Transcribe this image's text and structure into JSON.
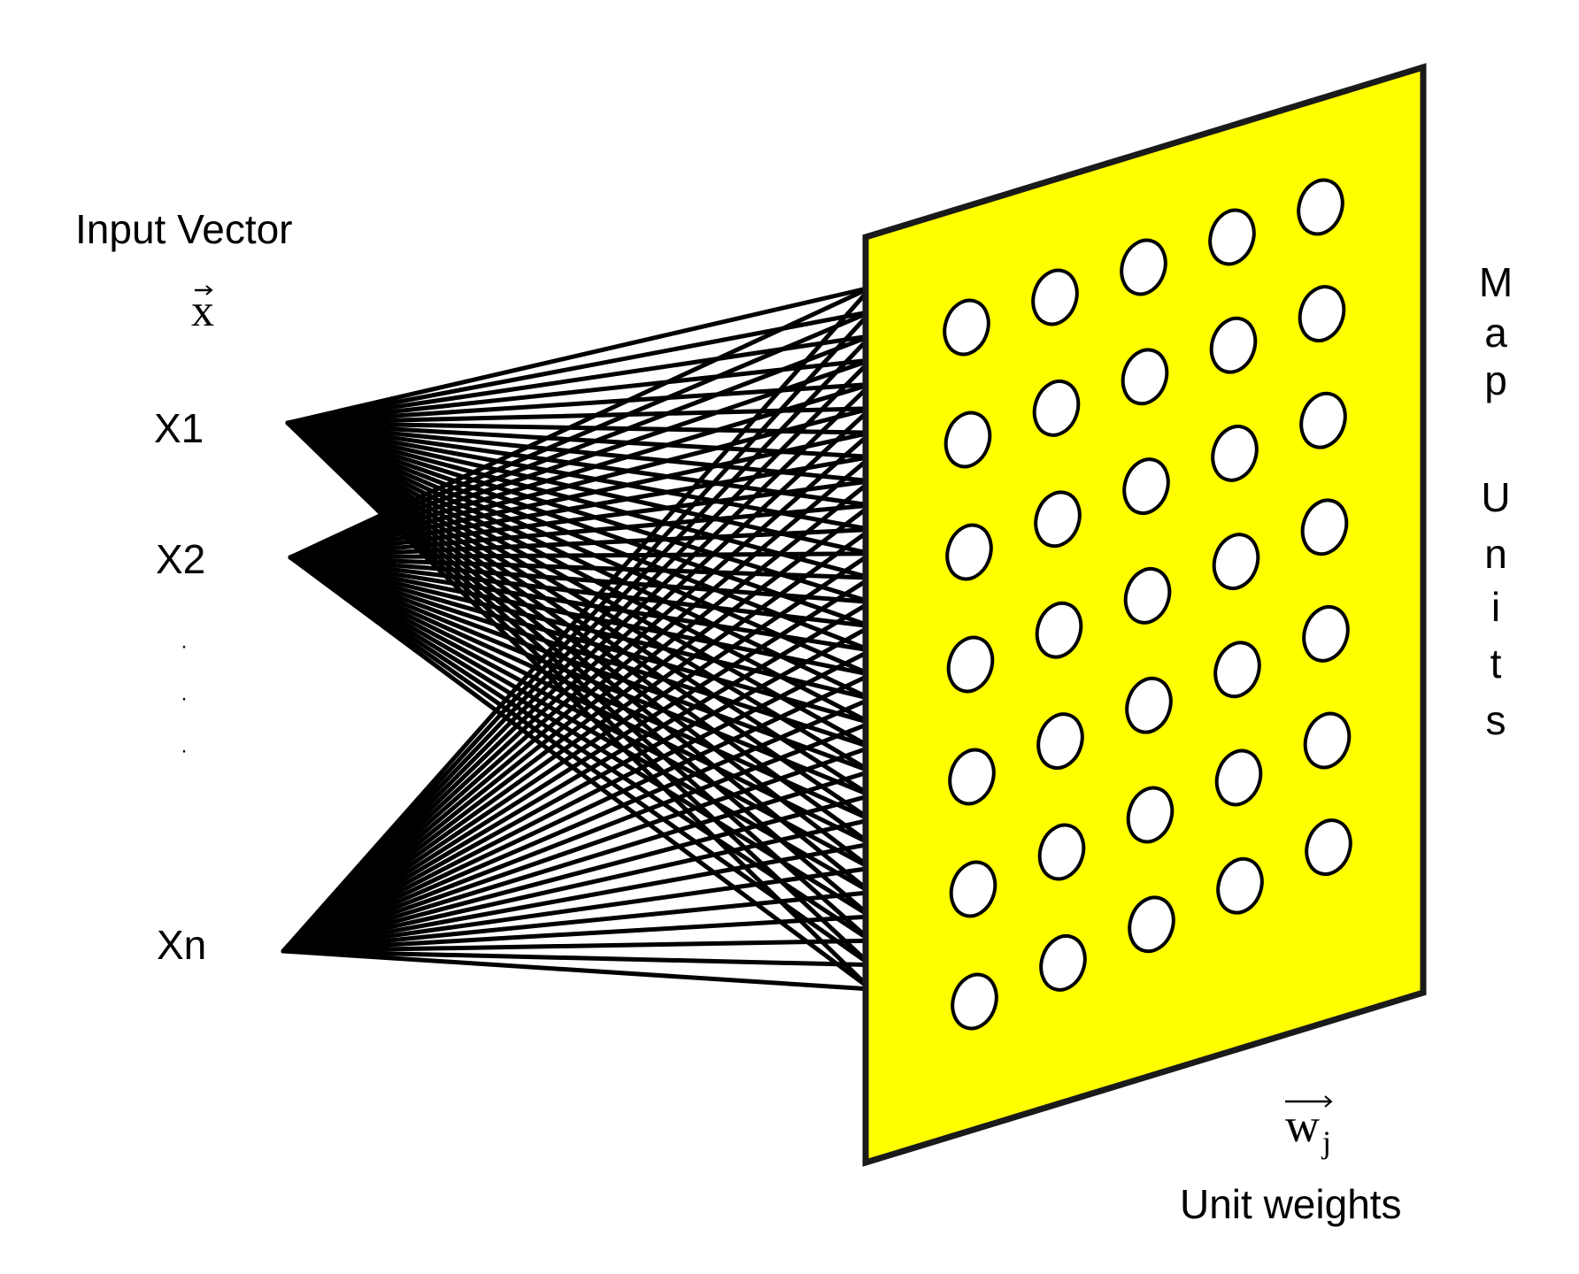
{
  "labels": {
    "input_vector": "Input Vector",
    "x_symbol": "x",
    "input_1": "X1",
    "input_2": "X2",
    "input_n": "Xn",
    "ellipsis_dots": [
      "·",
      "·",
      "·"
    ],
    "map_units_letters": [
      "M",
      "a",
      "p",
      "U",
      "n",
      "i",
      "t",
      "s"
    ],
    "w_symbol": "w",
    "w_subscript": "j",
    "unit_weights": "Unit weights"
  },
  "grid": {
    "columns": 5,
    "rows": 7
  },
  "colors": {
    "plane_fill": "#ffff00",
    "plane_stroke": "#1a1a1a",
    "line": "#000000",
    "node_fill": "#ffffff",
    "node_stroke": "#000000"
  }
}
